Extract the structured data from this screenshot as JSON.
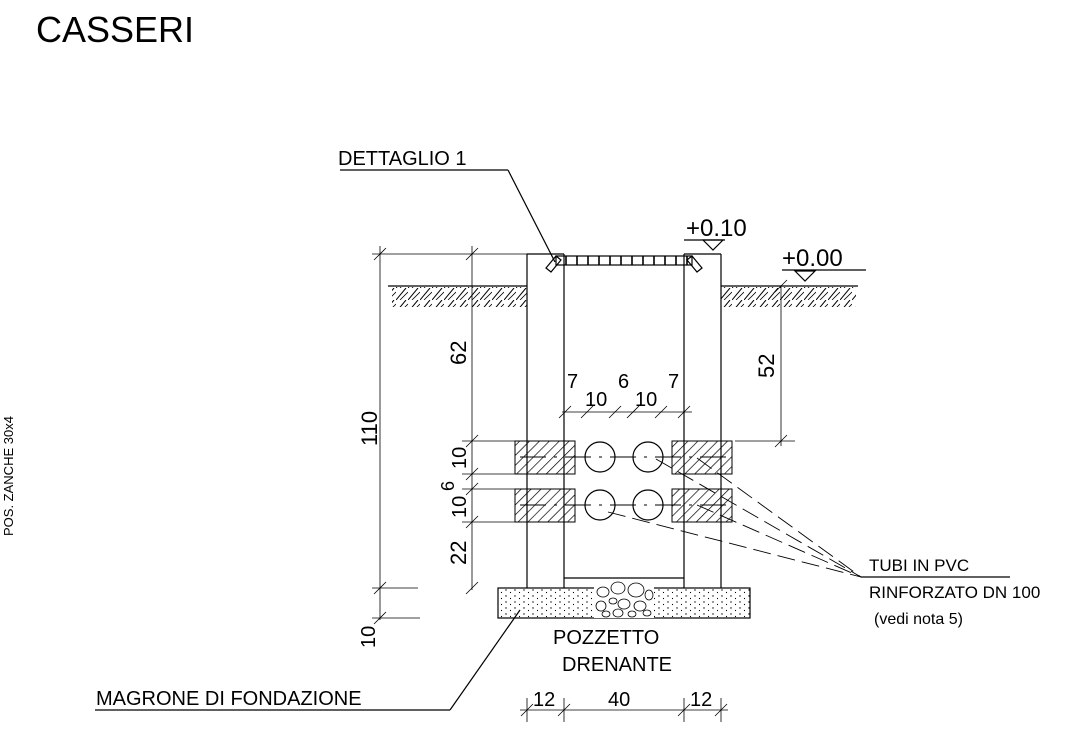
{
  "title": "CASSERI",
  "side_label": "POS. ZANCHE 30x4",
  "callouts": {
    "detail": "DETTAGLIO 1",
    "pipes_line1": "TUBI IN PVC",
    "pipes_line2": "RINFORZATO DN 100",
    "pipes_line3": "(vedi nota 5)",
    "drain_line1": "POZZETTO",
    "drain_line2": "DRENANTE",
    "base": "MAGRONE DI FONDAZIONE"
  },
  "levels": {
    "top": "+0.10",
    "ground": "+0.00"
  },
  "dimensions": {
    "total_height": "110",
    "upper_height": "62",
    "slot_top": "10",
    "slot_gap": "6",
    "slot_bottom": "10",
    "lower_height": "22",
    "base_thickness": "10",
    "depth_right": "52",
    "hole_w1": "7",
    "hole_w2": "10",
    "hole_w3": "6",
    "hole_w4": "10",
    "hole_w5": "7",
    "wall_left": "12",
    "inner_width": "40",
    "wall_right": "12"
  },
  "colors": {
    "line": "#000000",
    "background": "#ffffff"
  }
}
